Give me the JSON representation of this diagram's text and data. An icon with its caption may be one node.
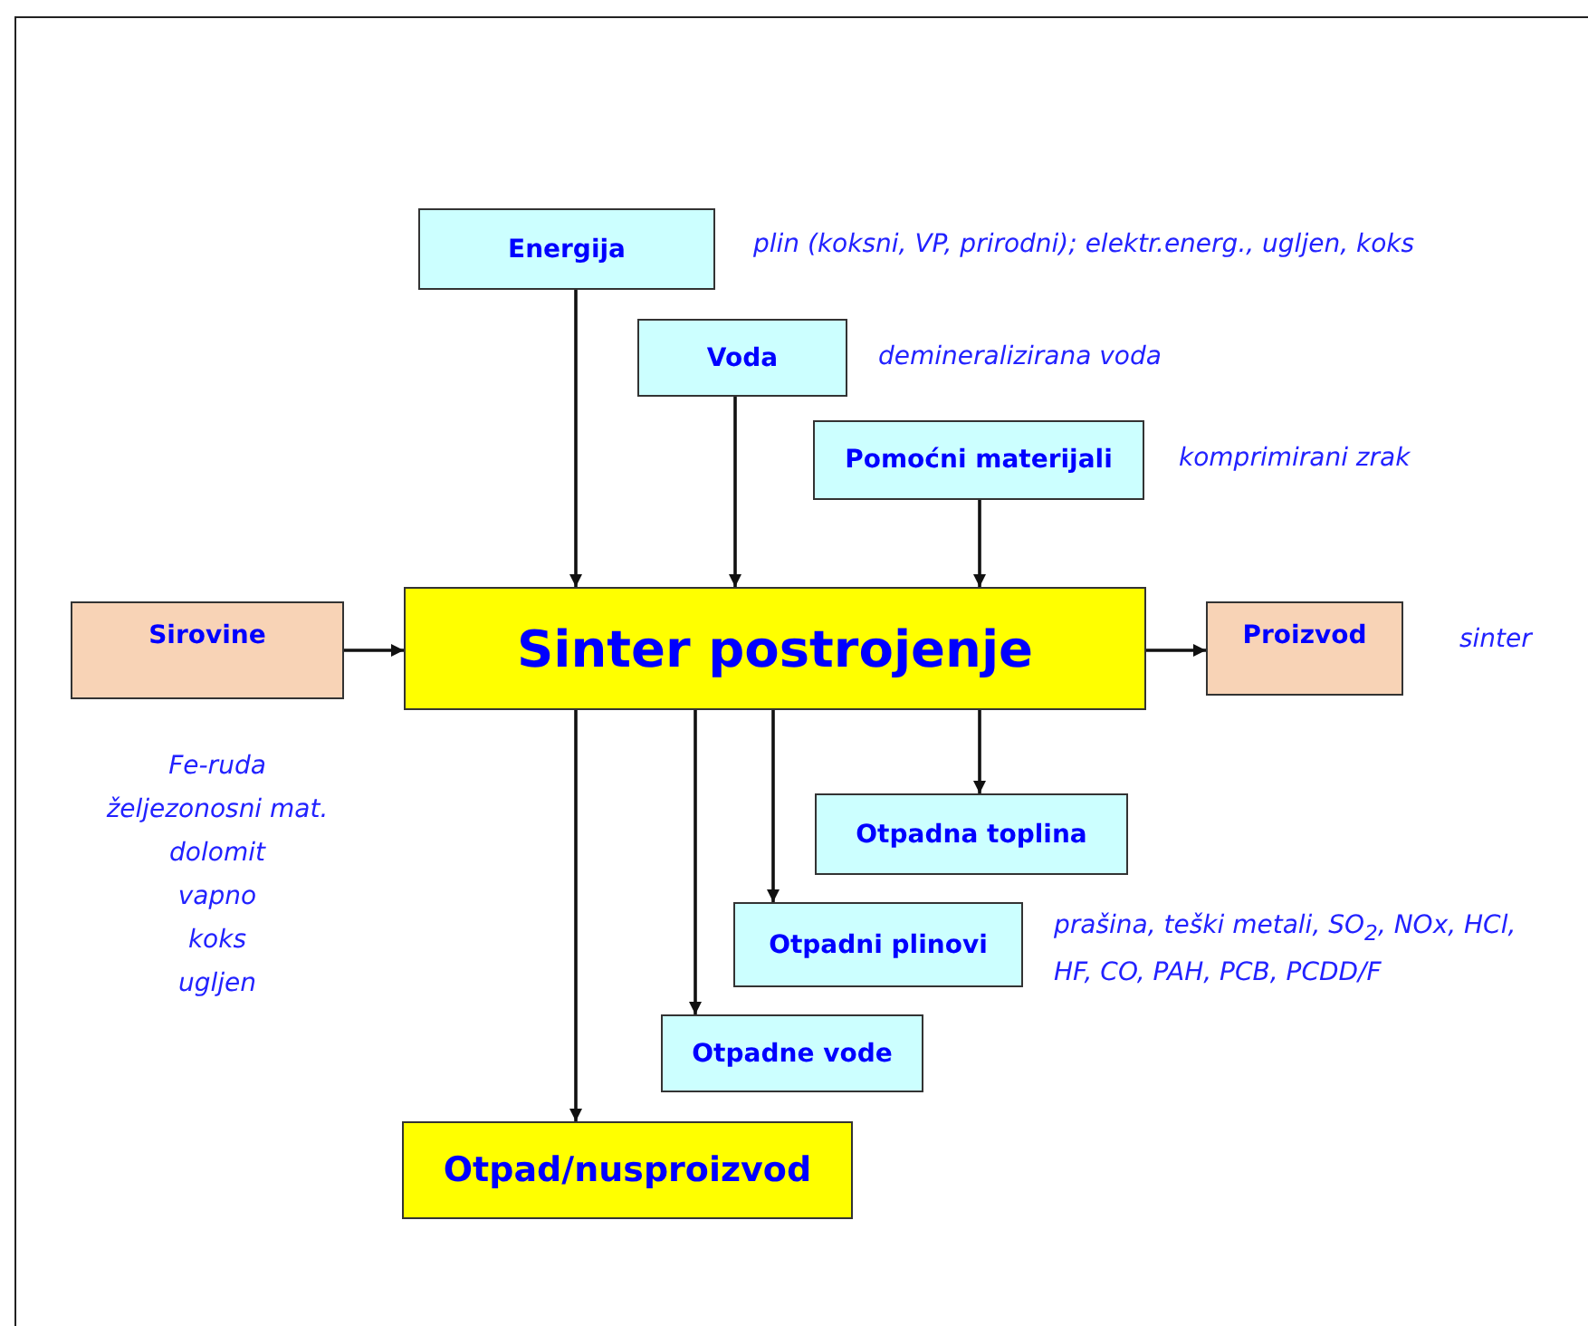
{
  "diagram": {
    "nodes": [
      {
        "text": [
          "Energija"
        ],
        "beside": [
          "plin (koksni, VP, prirodni); elektr.energ., ugljen, koks"
        ]
      },
      {
        "text": [
          "Voda"
        ],
        "beside": [
          "demineralizirana voda"
        ]
      },
      {
        "text": [
          "Pomoćni materijali"
        ],
        "beside": [
          "komprimirani zrak"
        ]
      },
      {
        "text": [
          "Sirovine"
        ],
        "beside": [
          "Fe-ruda",
          "željezonosni mat.",
          "dolomit",
          "vapno",
          "koks",
          "ugljen"
        ]
      },
      {
        "text": [
          "Sinter postrojenje"
        ]
      },
      {
        "text": [
          "Proizvod"
        ],
        "beside": [
          "sinter"
        ]
      },
      {
        "text": [
          "Otpadna toplina"
        ]
      },
      {
        "text": [
          "Otpadni plinovi"
        ],
        "beside": [
          "prašina, teški metali, SO$_{2}$, NOx, HCl, HF, CO, PAH, PCB, PCDD/F"
        ]
      },
      {
        "text": [
          "Otpadne vode"
        ]
      },
      {
        "text": [
          "Otpad/nusproizvod"
        ]
      }
    ],
    "edges": [
      {
        "from": 0,
        "to": 4,
        "arrow": "to"
      },
      {
        "from": 1,
        "to": 4,
        "arrow": "to"
      },
      {
        "from": 2,
        "to": 4,
        "arrow": "to"
      },
      {
        "from": 3,
        "to": 4,
        "arrow": "to"
      },
      {
        "from": 4,
        "to": 5,
        "arrow": "to"
      },
      {
        "from": 4,
        "to": 6,
        "arrow": "to"
      },
      {
        "from": 4,
        "to": 7,
        "arrow": "to"
      },
      {
        "from": 4,
        "to": 8,
        "arrow": "to"
      },
      {
        "from": 4,
        "to": 9,
        "arrow": "to"
      }
    ]
  }
}
